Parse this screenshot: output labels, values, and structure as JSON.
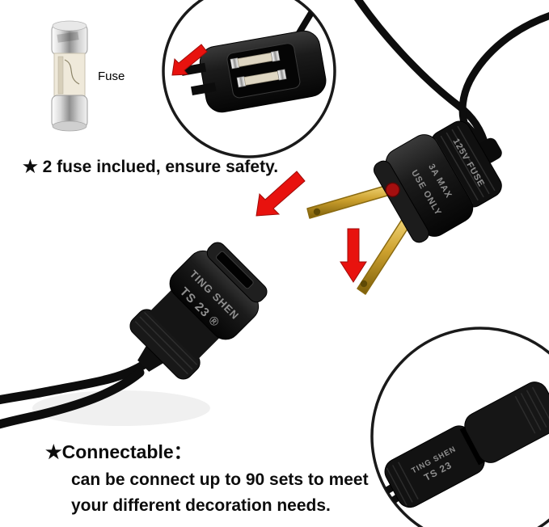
{
  "labels": {
    "fuse": "Fuse",
    "fuse_caption": "★ 2 fuse inclued, ensure safety.",
    "connectable_title": "★Connectable：",
    "connectable_line1": "can be connect up to 90 sets to meet",
    "connectable_line2": "your different decoration needs."
  },
  "plug_markings": {
    "use_only": "USE ONLY",
    "amp_rating": "3A MAX",
    "fuse_rating": "125V FUSE"
  },
  "connector_markings": {
    "brand": "TING SHEN",
    "model": "TS 23 ®"
  },
  "inset_connector_markings": {
    "brand": "TING SHEN",
    "model": "TS 23"
  },
  "colors": {
    "arrow_red": "#e8120e",
    "brass": "#c89b2a",
    "plug_black": "#141414",
    "background": "#ffffff"
  }
}
